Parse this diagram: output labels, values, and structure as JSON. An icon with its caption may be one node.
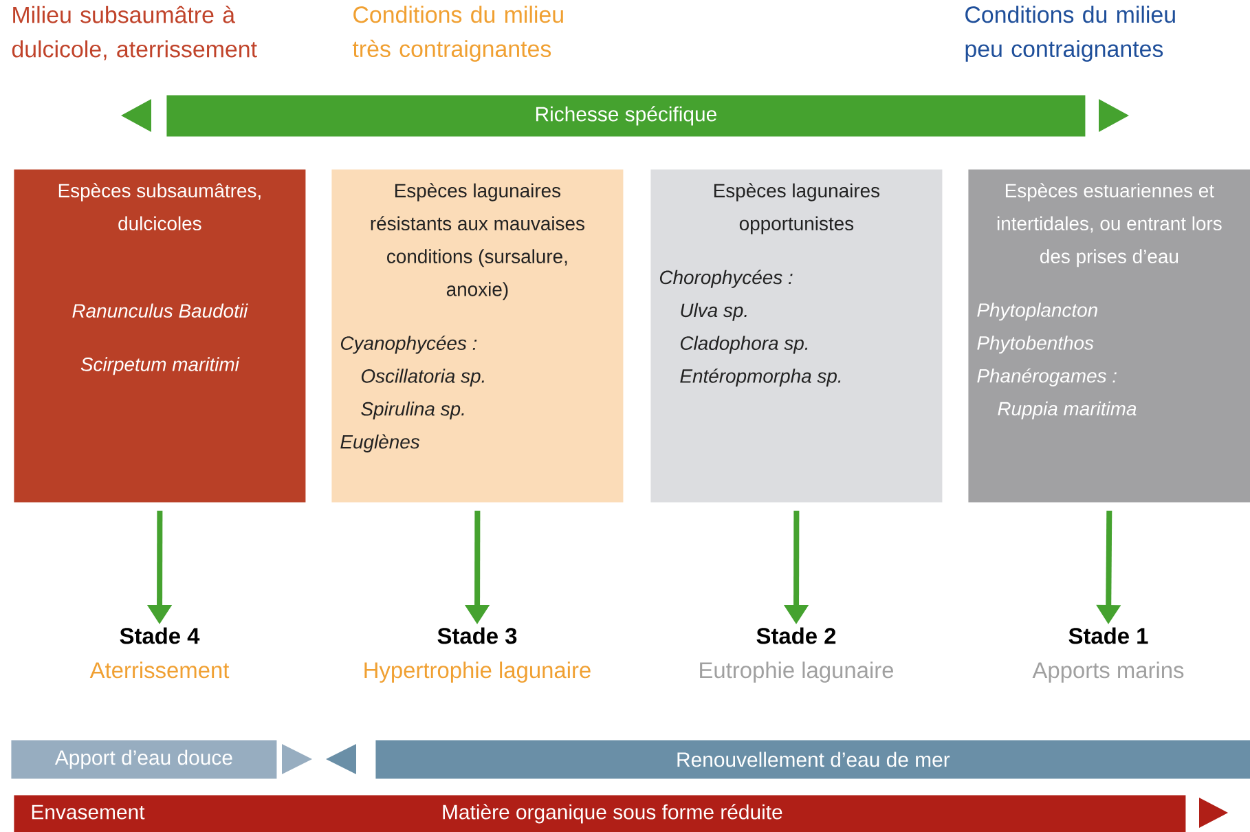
{
  "diagram": {
    "nodes": [
      {
        "text": [
          "Espèces subsaumâtres, dulcicoles",
          "Ranunculus Baudotii",
          "Scirpetum maritimi"
        ]
      },
      {
        "text": [
          "Espèces lagunaires résistants aux mauvaises conditions (sursalure, anoxie)",
          "Cyanophycées :",
          "Oscillatoria sp.",
          "Spirulina sp.",
          "Euglènes"
        ]
      },
      {
        "text": [
          "Espèces lagunaires opportunistes",
          "Chorophycées :",
          "Ulva sp.",
          "Cladophora sp.",
          "Entéropmorpha sp."
        ]
      },
      {
        "text": [
          "Espèces estuariennes et intertidales, ou entrant lors des prises d’eau",
          "Phytoplancton",
          "Phytobenthos",
          "Phanérogames :",
          "Ruppia maritima"
        ]
      },
      {
        "text": [
          "Stade 4",
          "Aterrissement"
        ]
      },
      {
        "text": [
          "Stade 3",
          "Hypertrophie lagunaire"
        ]
      },
      {
        "text": [
          "Stade 2",
          "Eutrophie lagunaire"
        ]
      },
      {
        "text": [
          "Stade 1",
          "Apports marins"
        ]
      },
      {
        "text": [
          "Richesse spécifique"
        ]
      },
      {
        "text": [
          "Apport d’eau douce"
        ]
      },
      {
        "text": [
          "Renouvellement d’eau de mer"
        ]
      },
      {
        "text": [
          "Envasement",
          "Matière organique sous forme réduite"
        ]
      }
    ],
    "edges": [
      {
        "from": 0,
        "to": 4,
        "arrow": "to"
      },
      {
        "from": 1,
        "to": 5,
        "arrow": "to"
      },
      {
        "from": 2,
        "to": 6,
        "arrow": "to"
      },
      {
        "from": 3,
        "to": 7,
        "arrow": "to"
      }
    ],
    "labels": [
      "Milieu subsaumâtre à dulcicole, aterrissement",
      "Conditions du milieu très contraignantes",
      "Conditions du milieu peu contraignantes"
    ]
  }
}
